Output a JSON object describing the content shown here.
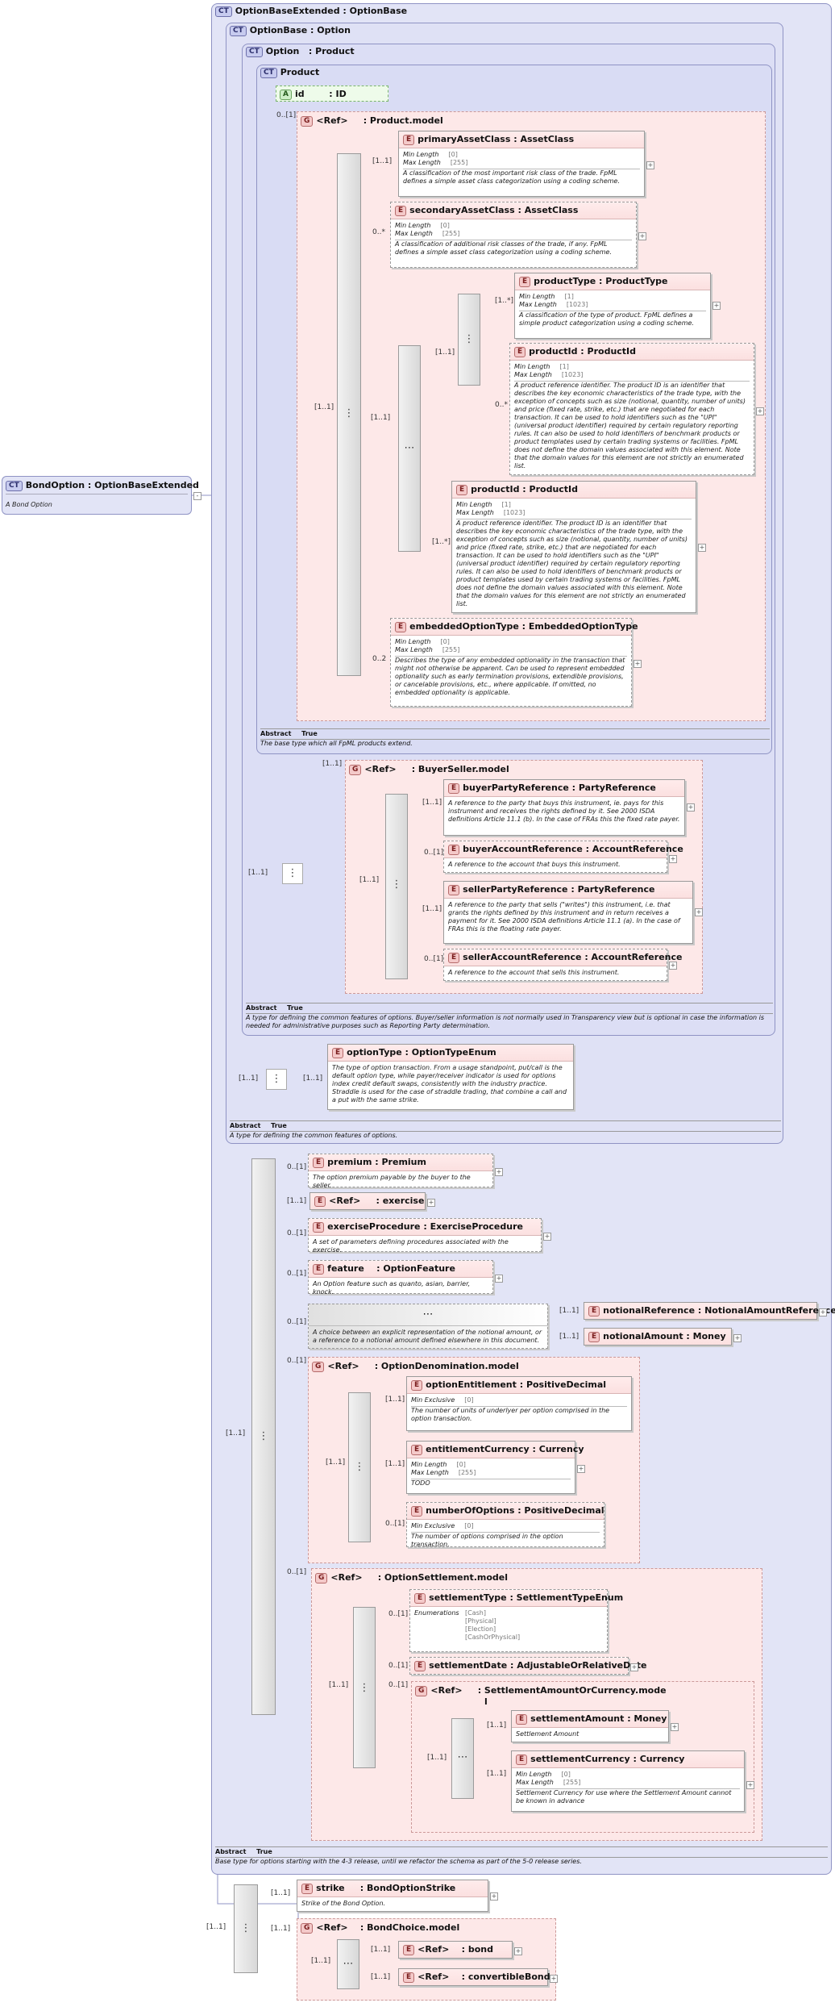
{
  "root": {
    "tag": "CT",
    "name": "BondOption : OptionBaseExtended",
    "doc": "A Bond Option"
  },
  "ct_obe": {
    "tag": "CT",
    "name": "OptionBaseExtended : OptionBase",
    "abstract_label": "Abstract",
    "abstract_val": "True",
    "doc": "Base type for options starting with the 4-3 release, until we refactor the schema as part of the 5-0 release series."
  },
  "ct_ob": {
    "tag": "CT",
    "name": "OptionBase : Option",
    "abstract_label": "Abstract",
    "abstract_val": "True",
    "doc": "A type for defining the common features of options."
  },
  "ct_opt": {
    "tag": "CT",
    "name": "Option",
    "name2": ": Product",
    "abstract_label": "Abstract",
    "abstract_val": "True",
    "doc": "A type for defining the common features of options. Buyer/seller information is not normally used in Transparency view but is optional in case the information is needed for administrative purposes such as Reporting Party determination."
  },
  "ct_prod": {
    "tag": "CT",
    "name": "Product",
    "abstract_label": "Abstract",
    "abstract_val": "True",
    "doc": "The base type which all FpML products extend."
  },
  "attr_id": {
    "tag": "A",
    "name": "id",
    "type": ": ID"
  },
  "facets": {
    "min_length": "Min Length",
    "max_length": "Max Length",
    "min_exclusive": "Min Exclusive",
    "enumerations": "Enumerations"
  },
  "product_model": {
    "tag": "G",
    "ref": "<Ref>",
    "name": ": Product.model",
    "card": "0..[1]",
    "primary": {
      "name": "primaryAssetClass : AssetClass",
      "card": "[1..1]",
      "min": "[0]",
      "max": "[255]",
      "doc": "A classification of the most important risk class of the trade. FpML defines a simple asset class categorization using a coding scheme."
    },
    "secondary": {
      "name": "secondaryAssetClass : AssetClass",
      "card": "0..*",
      "min": "[0]",
      "max": "[255]",
      "doc": "A classification of additional risk classes of the trade, if any. FpML defines a simple asset class categorization using a coding scheme."
    },
    "productType": {
      "name": "productType : ProductType",
      "card": "[1..*]",
      "min": "[1]",
      "max": "[1023]",
      "doc": "A classification of the type of product. FpML defines a simple product categorization using a coding scheme."
    },
    "productId1": {
      "name": "productId : ProductId",
      "card": "0..*",
      "min": "[1]",
      "max": "[1023]",
      "doc": "A product reference identifier. The product ID is an identifier that describes the key economic characteristics of the trade type, with the exception of concepts such as size (notional, quantity, number of units) and price (fixed rate, strike, etc.) that are negotiated for each transaction. It can be used to hold identifiers such as the \"UPI\" (universal product identifier) required by certain regulatory reporting rules. It can also be used to hold identifiers of benchmark products or product templates used by certain trading systems or facilities. FpML does not define the domain values associated with this element. Note that the domain values for this element are not strictly an enumerated list."
    },
    "productId2": {
      "name": "productId : ProductId",
      "card": "[1..*]",
      "min": "[1]",
      "max": "[1023]",
      "doc": "A product reference identifier. The product ID is an identifier that describes the key economic characteristics of the trade type, with the exception of concepts such as size (notional, quantity, number of units) and price (fixed rate, strike, etc.) that are negotiated for each transaction. It can be used to hold identifiers such as the \"UPI\" (universal product identifier) required by certain regulatory reporting rules. It can also be used to hold identifiers of benchmark products or product templates used by certain trading systems or facilities. FpML does not define the domain values associated with this element. Note that the domain values for this element are not strictly an enumerated list."
    },
    "embedded": {
      "name": "embeddedOptionType : EmbeddedOptionType",
      "card": "0..2",
      "min": "[0]",
      "max": "[255]",
      "doc": "Describes the type of any embedded optionality in the transaction that might not otherwise be apparent. Can be used to represent embedded optionality such as early termination provisions, extendible provisions, or cancelable provisions, etc., where applicable. If omitted, no embedded optionality is applicable."
    },
    "card_seq1": "[1..1]",
    "card_choice": "[1..1]",
    "card_seq2": "[1..1]"
  },
  "buyerseller": {
    "tag": "G",
    "ref": "<Ref>",
    "name": ": BuyerSeller.model",
    "card": "[1..1]",
    "card_outer": "[1..1]",
    "card_seq": "[1..1]",
    "buyerParty": {
      "name": "buyerPartyReference : PartyReference",
      "card": "[1..1]",
      "doc": "A reference to the party that buys this instrument, ie. pays for this instrument and receives the rights defined by it. See 2000 ISDA definitions Article 11.1 (b). In the case of FRAs this the fixed rate payer."
    },
    "buyerAccount": {
      "name": "buyerAccountReference : AccountReference",
      "card": "0..[1]",
      "doc": "A reference to the account that buys this instrument."
    },
    "sellerParty": {
      "name": "sellerPartyReference : PartyReference",
      "card": "[1..1]",
      "doc": "A reference to the party that sells (\"writes\") this instrument, i.e. that grants the rights defined by this instrument and in return receives a payment for it. See 2000 ISDA definitions Article 11.1 (a). In the case of FRAs this is the floating rate payer."
    },
    "sellerAccount": {
      "name": "sellerAccountReference : AccountReference",
      "card": "0..[1]",
      "doc": "A reference to the account that sells this instrument."
    }
  },
  "optionType": {
    "name": "optionType : OptionTypeEnum",
    "card": "[1..1]",
    "card_outer": "[1..1]",
    "doc": "The type of option transaction. From a usage standpoint, put/call is the default option type, while payer/receiver indicator is used for options index credit default swaps, consistently with the industry practice. Straddle is used for the case of straddle trading, that combine a call and a put with the same strike."
  },
  "obe": {
    "card_seq": "[1..1]",
    "premium": {
      "name": "premium : Premium",
      "card": "0..[1]",
      "doc": "The option premium payable by the buyer to the seller."
    },
    "exercise": {
      "ref": "<Ref>",
      "name": ": exercise",
      "card": "[1..1]"
    },
    "exerciseProcedure": {
      "name": "exerciseProcedure : ExerciseProcedure",
      "card": "0..[1]",
      "doc": "A set of parameters defining procedures associated with the exercise."
    },
    "feature": {
      "name": "feature",
      "type": ": OptionFeature",
      "card": "0..[1]",
      "doc": "An Option feature such as quanto, asian, barrier, knock."
    },
    "choice": {
      "card": "0..[1]",
      "doc": "A choice between an explicit representation of the notional amount, or a reference to a notional amount defined elsewhere in this document."
    },
    "notionalReference": {
      "name": "notionalReference : NotionalAmountReference",
      "card": "[1..1]"
    },
    "notionalAmount": {
      "name": "notionalAmount : Money",
      "card": "[1..1]"
    },
    "denom": {
      "ref": "<Ref>",
      "name": ": OptionDenomination.model",
      "card": "0..[1]",
      "card_seq": "[1..1]",
      "optionEntitlement": {
        "name": "optionEntitlement : PositiveDecimal",
        "card": "[1..1]",
        "minEx": "[0]",
        "doc": "The number of units of underlyer per option comprised in the option transaction."
      },
      "entitlementCurrency": {
        "name": "entitlementCurrency : Currency",
        "card": "[1..1]",
        "min": "[0]",
        "max": "[255]",
        "doc": "TODO"
      },
      "numberOfOptions": {
        "name": "numberOfOptions : PositiveDecimal",
        "card": "0..[1]",
        "minEx": "[0]",
        "doc": "The number of options comprised in the option transaction."
      }
    },
    "settle": {
      "ref": "<Ref>",
      "name": ": OptionSettlement.model",
      "card": "0..[1]",
      "card_seq": "[1..1]",
      "settlementType": {
        "name": "settlementType : SettlementTypeEnum",
        "card": "0..[1]",
        "enums": [
          "[Cash]",
          "[Physical]",
          "[Election]",
          "[CashOrPhysical]"
        ]
      },
      "settlementDate": {
        "name": "settlementDate : AdjustableOrRelativeDate",
        "card": "0..[1]"
      },
      "sac": {
        "ref": "<Ref>",
        "name": ": SettlementAmountOrCurrency.mode",
        "name2": "l",
        "card": "0..[1]",
        "card_choice": "[1..1]",
        "amount": {
          "name": "settlementAmount : Money",
          "card": "[1..1]",
          "doc": "Settlement Amount"
        },
        "currency": {
          "name": "settlementCurrency : Currency",
          "card": "[1..1]",
          "min": "[0]",
          "max": "[255]",
          "doc": "Settlement Currency for use where the Settlement Amount cannot be known in advance"
        }
      }
    }
  },
  "bond": {
    "card_seq": "[1..1]",
    "strike": {
      "name": "strike",
      "type": ": BondOptionStrike",
      "card": "[1..1]",
      "doc": "Strike of the Bond Option."
    },
    "bondChoice": {
      "ref": "<Ref>",
      "name": ": BondChoice.model",
      "card": "[1..1]",
      "card_choice": "[1..1]",
      "bond": {
        "ref": "<Ref>",
        "name": ": bond",
        "card": "[1..1]"
      },
      "convertible": {
        "ref": "<Ref>",
        "name": ": convertibleBond",
        "card": "[1..1]"
      }
    }
  }
}
